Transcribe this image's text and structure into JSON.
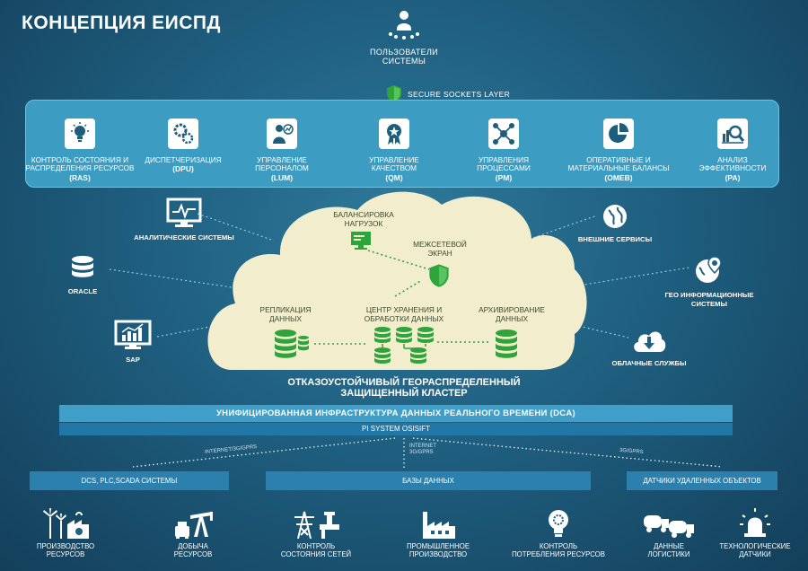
{
  "title": "КОНЦЕПЦИЯ ЕИСПД",
  "users_label": "ПОЛЬЗОВАТЕЛИ СИСТЕМЫ",
  "ssl_label": "SECURE SOCKETS LAYER",
  "modules": [
    {
      "name_lines": [
        "КОНТРОЛЬ СОСТОЯНИЯ И",
        "РАСПРЕДЕЛЕНИЯ РЕСУРСОВ"
      ],
      "code": "(RAS)",
      "icon": "lightbulb-gear-icon"
    },
    {
      "name_lines": [
        "ДИСПЕТЧЕРИЗАЦИЯ"
      ],
      "code": "(DPU)",
      "icon": "gears-icon"
    },
    {
      "name_lines": [
        "УПРАВЛЕНИЕ",
        "ПЕРСОНАЛОМ"
      ],
      "code": "(LUM)",
      "icon": "person-chart-icon"
    },
    {
      "name_lines": [
        "УПРАВЛЕНИЕ",
        "КАЧЕСТВОМ"
      ],
      "code": "(QM)",
      "icon": "quality-medal-icon"
    },
    {
      "name_lines": [
        "УПРАВЛЕНИЯ",
        "ПРОЦЕССАМИ"
      ],
      "code": "(PM)",
      "icon": "network-nodes-icon"
    },
    {
      "name_lines": [
        "ОПЕРАТИВНЫЕ И",
        "МАТЕРИАЛЬНЫЕ БАЛАНСЫ"
      ],
      "code": "(OMEB)",
      "icon": "pie-chart-icon"
    },
    {
      "name_lines": [
        "АНАЛИЗ",
        "ЭФФЕКТИВНОСТИ"
      ],
      "code": "(PA)",
      "icon": "analytics-magnifier-icon"
    }
  ],
  "left_items": [
    {
      "label": "АНАЛИТИЧЕСКИЕ СИСТЕМЫ",
      "icon": "monitor-pulse-icon"
    },
    {
      "label": "ORACLE",
      "icon": "database-icon"
    },
    {
      "label": "SAP",
      "icon": "bar-chart-monitor-icon"
    }
  ],
  "right_items": [
    {
      "label_lines": [
        "ВНЕШНИЕ СЕРВИСЫ"
      ],
      "icon": "globe-icon"
    },
    {
      "label_lines": [
        "ГЕО ИНФОРМАЦИОННЫЕ",
        "СИСТЕМЫ"
      ],
      "icon": "geo-pin-icon"
    },
    {
      "label_lines": [
        "ОБЛАЧНЫЕ СЛУЖБЫ"
      ],
      "icon": "cloud-download-icon"
    }
  ],
  "cloud": {
    "balancing_lines": [
      "БАЛАНСИРОВКА",
      "НАГРУЗОК"
    ],
    "firewall_lines": [
      "МЕЖСЕТЕВОЙ",
      "ЭКРАН"
    ],
    "replication_lines": [
      "РЕПЛИКАЦИЯ",
      "ДАННЫХ"
    ],
    "center_lines": [
      "ЦЕНТР ХРАНЕНИЯ И",
      "ОБРАБОТКИ ДАННЫХ"
    ],
    "archive_lines": [
      "АРХИВИРОВАНИЕ",
      "ДАННЫХ"
    ]
  },
  "cluster_title_lines": [
    "ОТКАЗОУСТОЙЧИВЫЙ ГЕОРАСПРЕДЕЛЕННЫЙ",
    "ЗАЩИЩЕННЫЙ КЛАСТЕР"
  ],
  "dca_label": "УНИФИЦИРОВАННАЯ ИНФРАСТРУКТУРА ДАННЫХ РЕАЛЬНОГО ВРЕМЕНИ (DCA)",
  "pi_label": "PI SYSTEM OSISIFT",
  "network_labels": {
    "left": "INTERNET/3G/GPRS",
    "middle_lines": [
      "INTERNET",
      "3G/GPRS"
    ],
    "right": "3G/GPRS"
  },
  "categories": [
    "DCS, PLC,SCADA СИСТЕМЫ",
    "БАЗЫ ДАННЫХ",
    "ДАТЧИКИ УДАЛЕННЫХ ОБЪЕКТОВ"
  ],
  "bottom_items": [
    {
      "label_lines": [
        "ПРОИЗВОДСТВО",
        "РЕСУРСОВ"
      ],
      "icon": "power-plant-icon"
    },
    {
      "label_lines": [
        "ДОБЫЧА",
        "РЕСУРСОВ"
      ],
      "icon": "oil-pump-icon"
    },
    {
      "label_lines": [
        "КОНТРОЛЬ",
        "СОСТОЯНИЯ СЕТЕЙ"
      ],
      "icon": "power-tower-icon"
    },
    {
      "label_lines": [
        "ПРОМЫШЛЕННОЕ",
        "ПРОИЗВОДСТВО"
      ],
      "icon": "factory-icon"
    },
    {
      "label_lines": [
        "КОНТРОЛЬ",
        "ПОТРЕБЛЕНИЯ РЕСУРСОВ"
      ],
      "icon": "lightbulb-icon"
    },
    {
      "label_lines": [
        "ДАННЫЕ",
        "ЛОГИСТИКИ"
      ],
      "icon": "trucks-icon"
    },
    {
      "label_lines": [
        "ТЕХНОЛОГИЧЕСКИЕ",
        "ДАТЧИКИ"
      ],
      "icon": "alarm-light-icon"
    }
  ],
  "colors": {
    "accent_green": "#2fa43a",
    "panel_blue": "#3c9cc2",
    "cloud_fill": "#f2edcc"
  }
}
